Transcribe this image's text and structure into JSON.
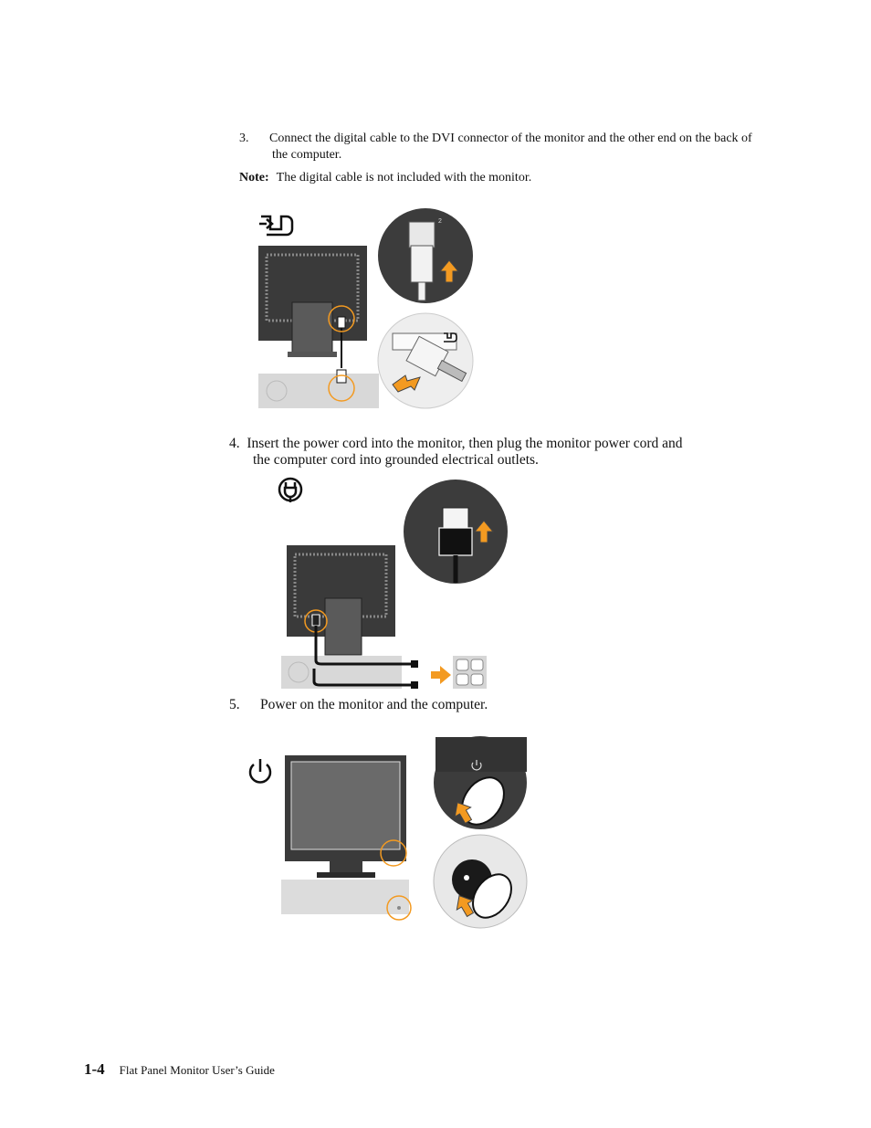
{
  "steps": {
    "step3": {
      "number": "3.",
      "text_line1": "Connect the digital cable to the DVI connector of  the monitor and the other end on the back of",
      "text_line2": "the computer."
    },
    "note": {
      "label": "Note:",
      "text": "The digital cable is not included with the monitor."
    },
    "step4": {
      "number": "4.",
      "text_line1": "Insert the power cord into the monitor, then plug the monitor power cord and",
      "text_line2": "the computer cord into grounded electrical outlets."
    },
    "step5": {
      "number": "5.",
      "text": "Power on the monitor and the computer."
    }
  },
  "figure1": {
    "port_label": "2"
  },
  "colors": {
    "accent_orange": "#f39a21",
    "monitor_dark": "#3a3a3a",
    "computer_gray": "#d8d8d8"
  },
  "icons": [
    "dvi-connector-icon",
    "power-plug-icon",
    "power-button-icon"
  ],
  "footer": {
    "page_number": "1-4",
    "guide_title": "Flat Panel Monitor User’s Guide"
  }
}
